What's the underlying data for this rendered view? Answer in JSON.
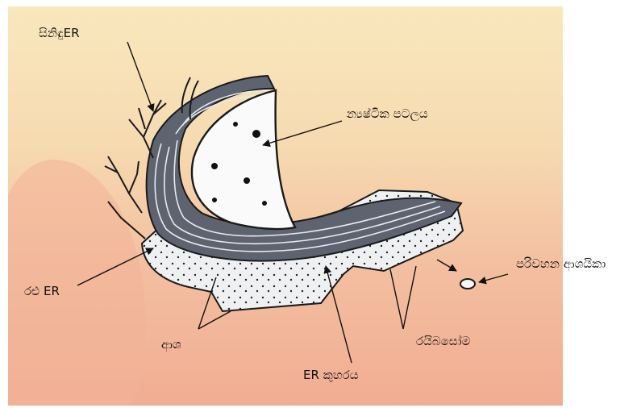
{
  "labels": {
    "smooth_er": "සිනිඳුER",
    "nuclear_envelope": "න්‍යෂ්ටික පටලය",
    "rough_er": "රළු ER",
    "transport_vesicle": "පරිවහන ආශයිකා",
    "sac": "ආශ",
    "ribosome": "රයිබසෝම",
    "er_lumen": "ER කුහරය"
  },
  "colors": {
    "background_top": "#f9e8bc",
    "background_bottom": "#f1ad92",
    "outline": "#1a1a1a",
    "membrane_fill": "#5d6470",
    "cytoplasm_fill": "#eef0f2"
  }
}
